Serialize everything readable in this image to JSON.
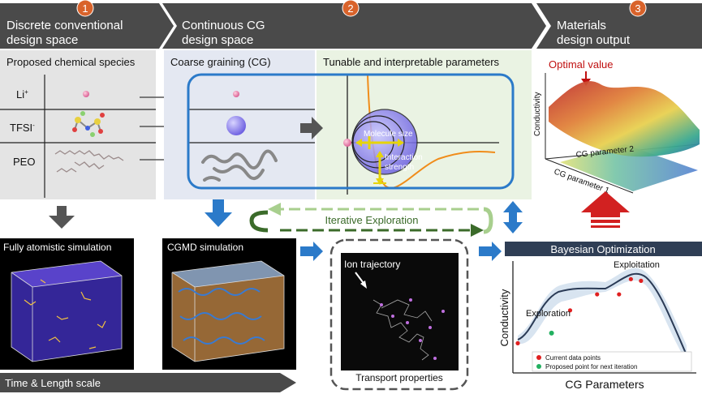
{
  "steps": [
    {
      "number": "1",
      "title_line1": "Discrete conventional",
      "title_line2": "design space"
    },
    {
      "number": "2",
      "title_line1": "Continuous CG",
      "title_line2": "design space"
    },
    {
      "number": "3",
      "title_line1": "Materials",
      "title_line2": "design output"
    }
  ],
  "panel1": {
    "heading": "Proposed chemical species",
    "species": [
      {
        "label": "Li",
        "sup": "+"
      },
      {
        "label": "TFSI",
        "sup": "-"
      },
      {
        "label": "PEO",
        "sup": ""
      }
    ]
  },
  "panel2": {
    "heading": "Coarse graining (CG)"
  },
  "panel3": {
    "heading": "Tunable and interpretable parameters",
    "molecule_size": "Molecule size",
    "interaction_line1": "Interaction",
    "interaction_line2": "strength"
  },
  "surface": {
    "optimal": "Optimal value",
    "zlabel": "Conductivity",
    "param2": "CG parameter 2",
    "param1": "CG parameter 1"
  },
  "loop": {
    "label": "Iterative Exploration"
  },
  "sims": {
    "atomistic": "Fully atomistic simulation",
    "cgmd": "CGMD simulation",
    "scale": "Time & Length scale"
  },
  "transport": {
    "ion_trajectory": "Ion trajectory",
    "caption": "Transport properties"
  },
  "bayes": {
    "header": "Bayesian Optimization"
  },
  "chart_data": {
    "type": "line",
    "title": "",
    "xlabel": "CG Parameters",
    "ylabel": "Conductivity",
    "series": [
      {
        "name": "Current data points",
        "color": "#e02020",
        "x": [
          0.0,
          0.31,
          0.47,
          0.6,
          0.67,
          0.73,
          1.0
        ],
        "y": [
          0.16,
          0.55,
          0.74,
          0.74,
          0.92,
          0.9,
          0.0
        ]
      },
      {
        "name": "Proposed point for next iteration",
        "color": "#22b060",
        "x": [
          0.2
        ],
        "y": [
          0.28
        ]
      }
    ],
    "annotations": [
      "Exploration",
      "Exploitation"
    ],
    "legend": "bottom"
  },
  "colors": {
    "banner": "#4a4a4a",
    "badge": "#d9632b",
    "blue": "#2b7ac9",
    "dark_green": "#3b6b2a",
    "light_green": "#a8cf8e",
    "red": "#d22121"
  }
}
